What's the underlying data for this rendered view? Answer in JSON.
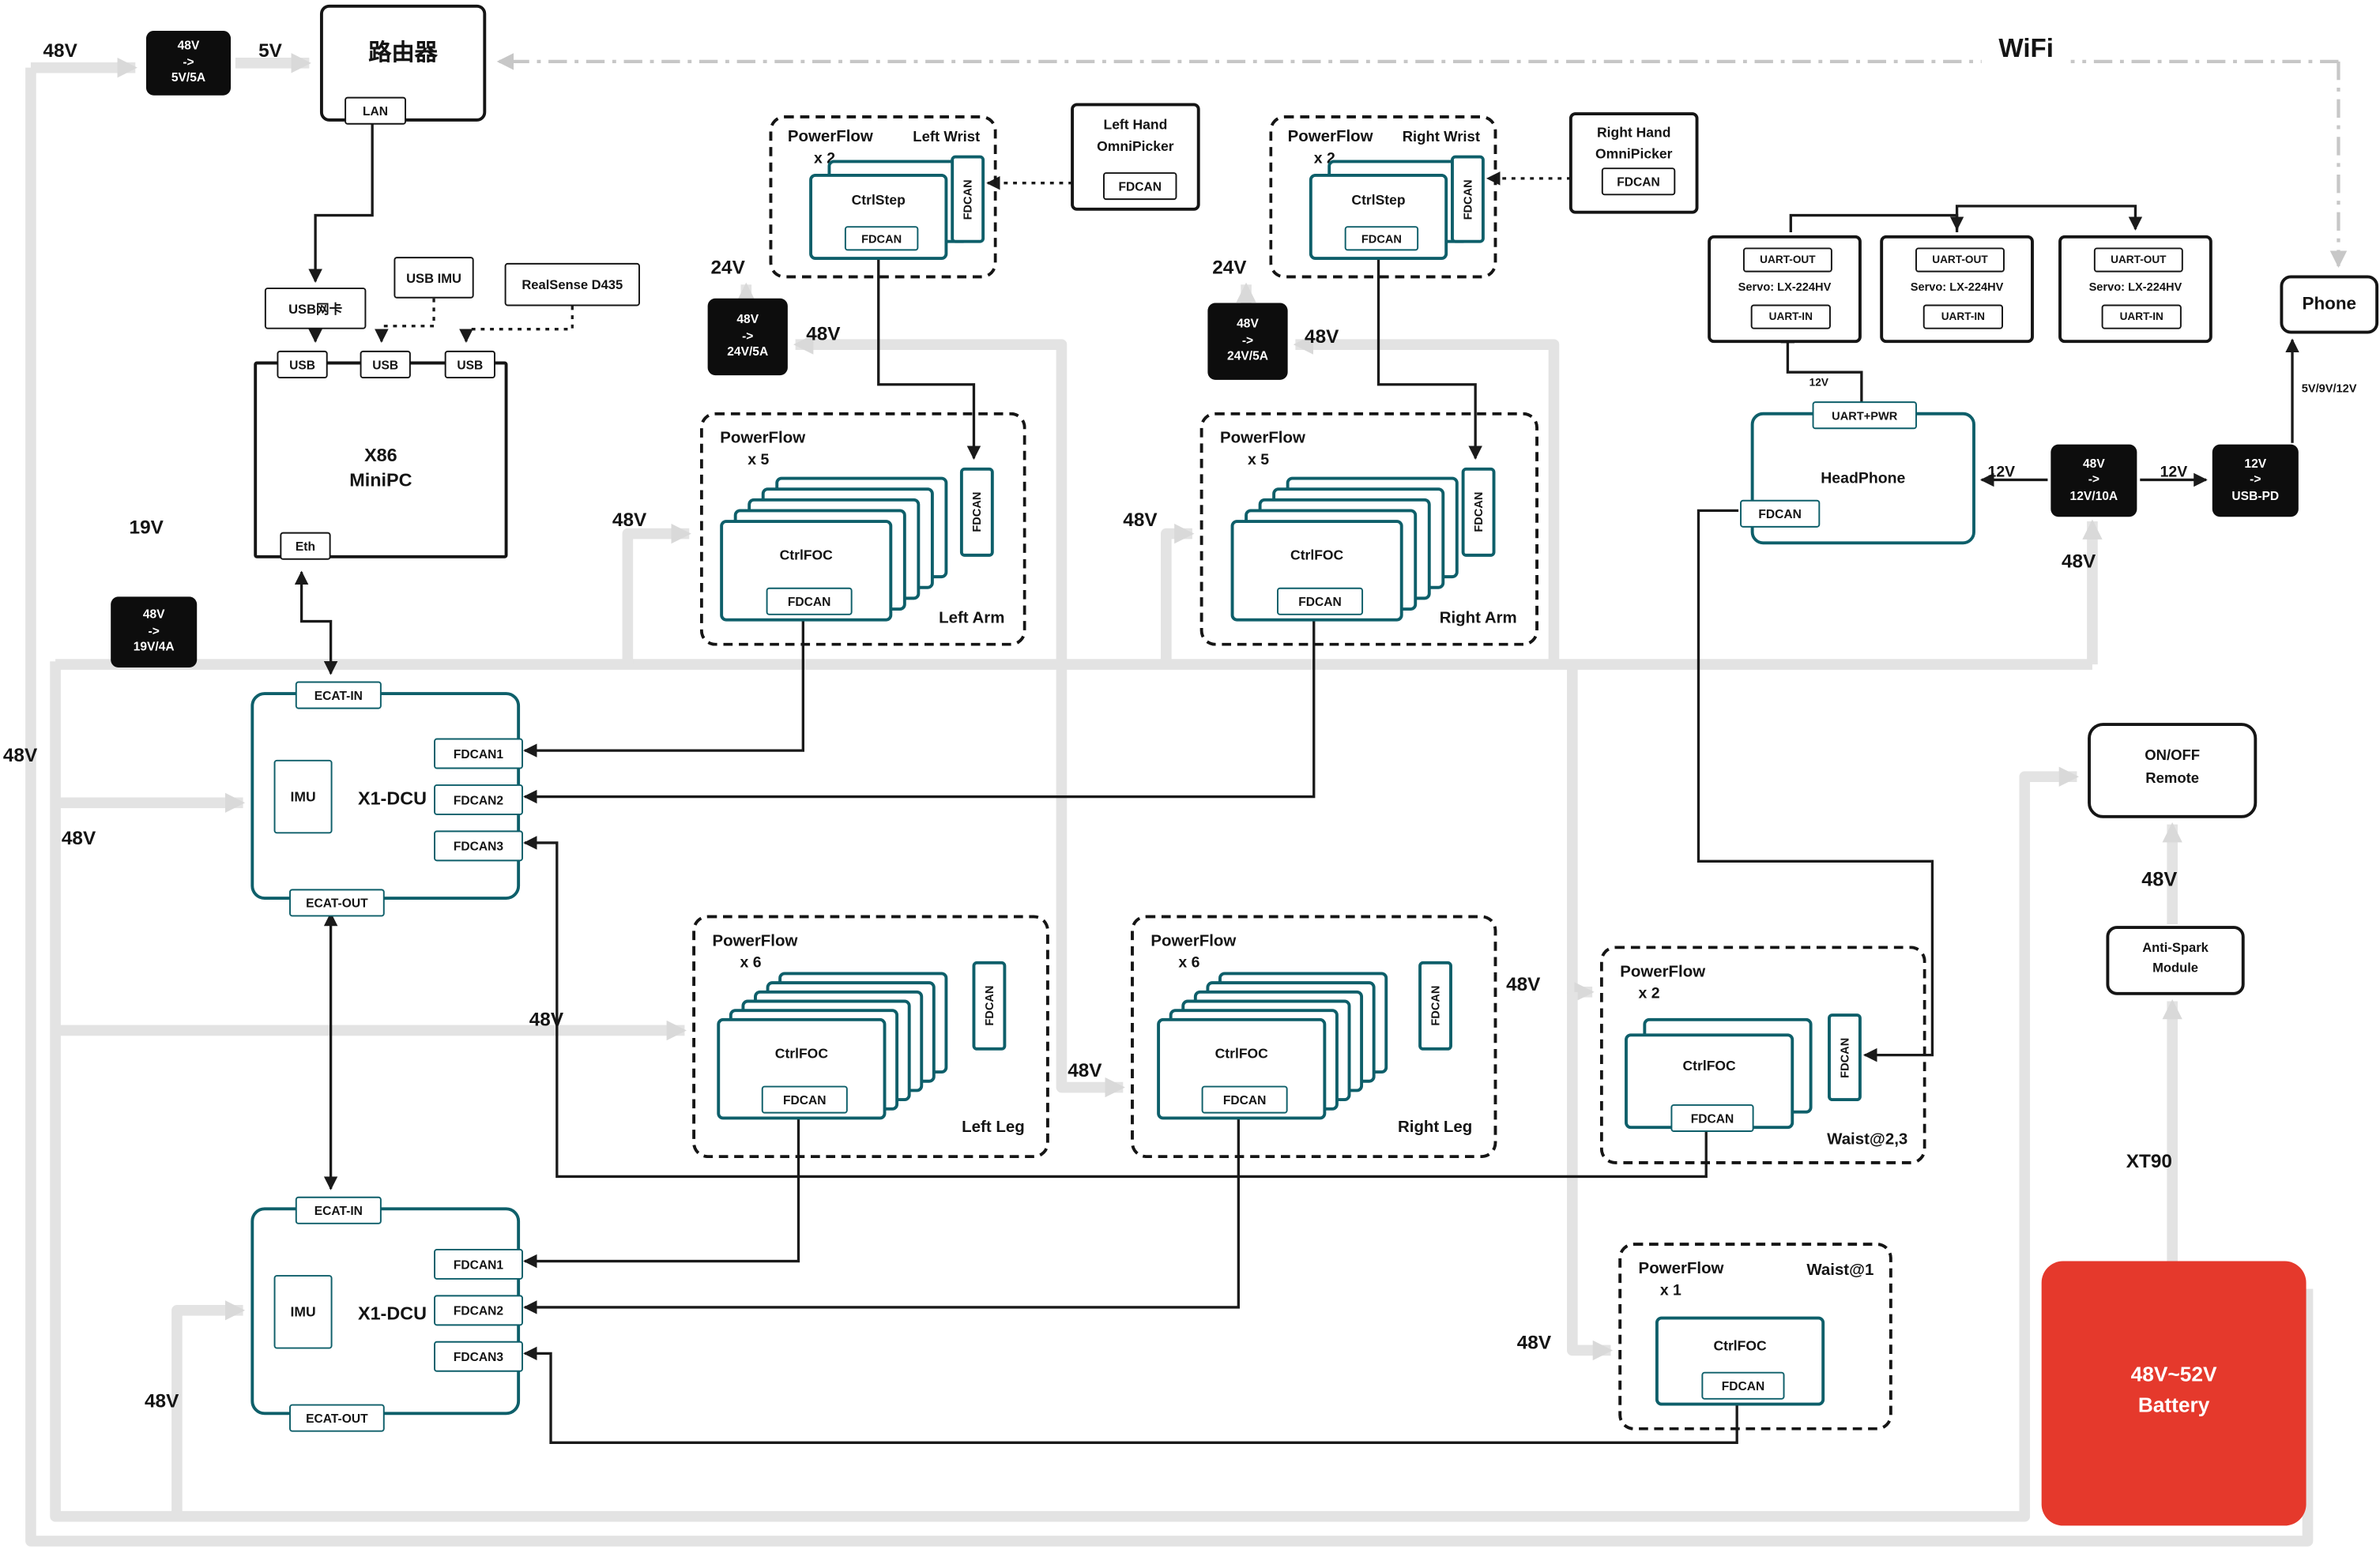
{
  "labels": {
    "v48": "48V",
    "v24": "24V",
    "v19": "19V",
    "v5": "5V",
    "v12": "12V",
    "v5912": "5V/9V/12V",
    "xt90": "XT90",
    "wifi": "WiFi"
  },
  "converters": {
    "c5": {
      "in": "48V",
      "arr": "->",
      "out": "5V/5A"
    },
    "c19": {
      "in": "48V",
      "arr": "->",
      "out": "19V/4A"
    },
    "c24": {
      "in": "48V",
      "arr": "->",
      "out": "24V/5A"
    },
    "c12": {
      "in": "48V",
      "arr": "->",
      "out": "12V/10A"
    },
    "cpd": {
      "in": "12V",
      "arr": "->",
      "out": "USB-PD"
    }
  },
  "router": {
    "title": "路由器",
    "lan": "LAN"
  },
  "peripherals": {
    "nic": "USB网卡",
    "imu": "USB IMU",
    "realsense": "RealSense D435"
  },
  "pc": {
    "l1": "X86",
    "l2": "MiniPC",
    "usb": "USB",
    "eth": "Eth"
  },
  "dcu": {
    "title": "X1-DCU",
    "imu": "IMU",
    "ecat_in": "ECAT-IN",
    "ecat_out": "ECAT-OUT",
    "fdcan1": "FDCAN1",
    "fdcan2": "FDCAN2",
    "fdcan3": "FDCAN3"
  },
  "fdcan": "FDCAN",
  "ctrl": {
    "step": "CtrlStep",
    "foc": "CtrlFOC"
  },
  "groups": {
    "powerflow": "PowerFlow",
    "left_wrist": {
      "count": "x 2",
      "tag": "Left Wrist"
    },
    "right_wrist": {
      "count": "x 2",
      "tag": "Right Wrist"
    },
    "left_arm": {
      "count": "x 5",
      "tag": "Left Arm"
    },
    "right_arm": {
      "count": "x 5",
      "tag": "Right Arm"
    },
    "left_leg": {
      "count": "x 6",
      "tag": "Left Leg"
    },
    "right_leg": {
      "count": "x 6",
      "tag": "Right Leg"
    },
    "waist23": {
      "count": "x 2",
      "tag": "Waist@2,3"
    },
    "waist1": {
      "count": "x 1",
      "tag": "Waist@1"
    }
  },
  "hands": {
    "left1": "Left Hand",
    "left2": "OmniPicker",
    "right1": "Right Hand",
    "right2": "OmniPicker"
  },
  "servo": {
    "out": "UART-OUT",
    "name": "Servo: LX-224HV",
    "in": "UART-IN"
  },
  "headphone": {
    "uart": "UART+PWR",
    "title": "HeadPhone"
  },
  "phone": "Phone",
  "remote": {
    "l1": "ON/OFF",
    "l2": "Remote"
  },
  "antispark": {
    "l1": "Anti-Spark",
    "l2": "Module"
  },
  "battery": {
    "l1": "48V~52V",
    "l2": "Battery"
  },
  "uart_12v": "12V"
}
